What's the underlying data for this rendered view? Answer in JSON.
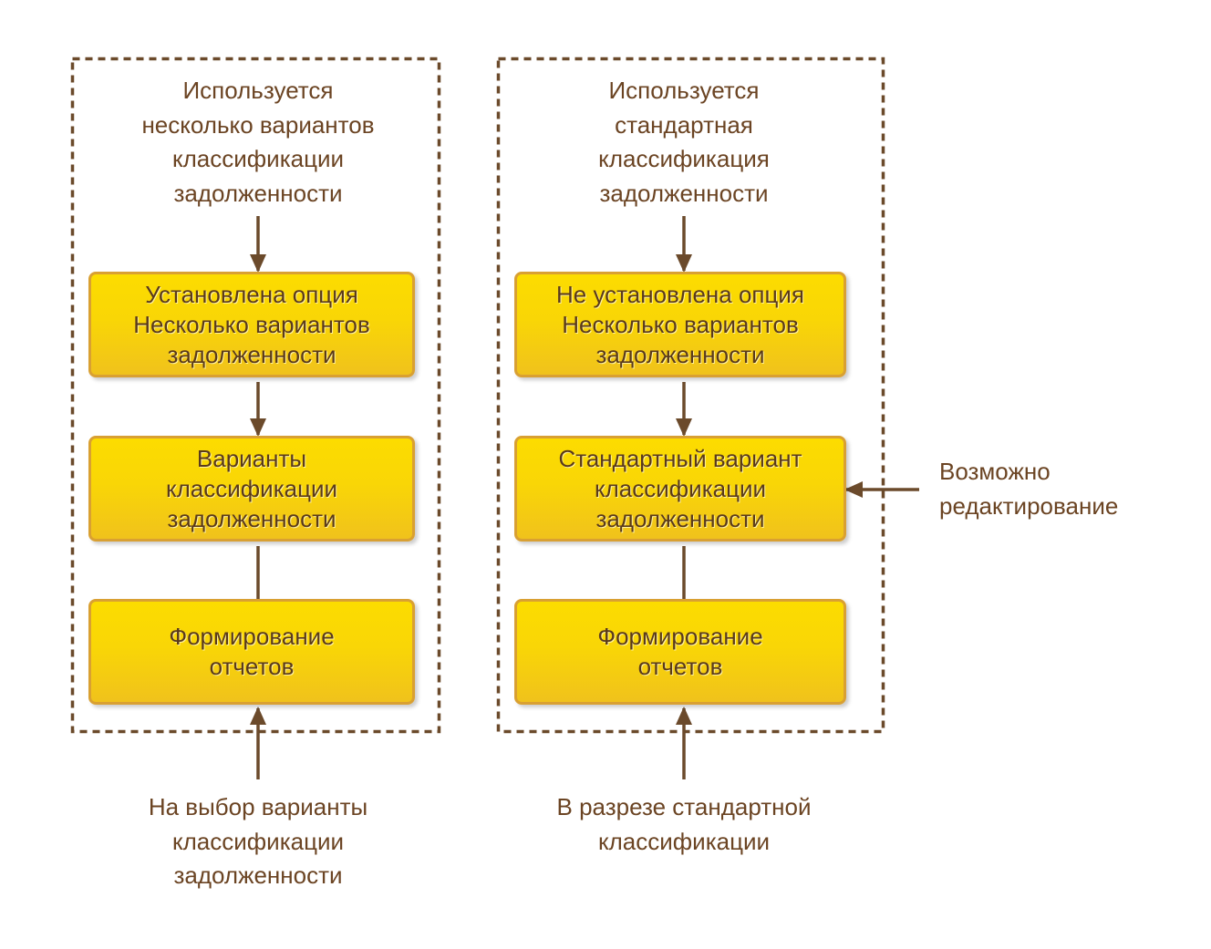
{
  "left": {
    "top_text": [
      "Используется",
      "несколько вариантов",
      "классификации",
      "задолженности"
    ],
    "boxes": [
      [
        "Установлена опция",
        "Несколько вариантов",
        "задолженности"
      ],
      [
        "Варианты",
        "классификации",
        "задолженности"
      ],
      [
        "Формирование",
        "отчетов"
      ]
    ],
    "bottom_text": [
      "На выбор варианты",
      "классификации",
      "задолженности"
    ]
  },
  "right": {
    "top_text": [
      "Используется",
      "стандартная",
      "классификация",
      "задолженности"
    ],
    "boxes": [
      [
        "Не установлена опция",
        "Несколько вариантов",
        "задолженности"
      ],
      [
        "Стандартный вариант",
        "классификации",
        "задолженности"
      ],
      [
        "Формирование",
        "отчетов"
      ]
    ],
    "bottom_text": [
      "В разрезе стандартной",
      "классификации"
    ]
  },
  "side_note": [
    "Возможно",
    "редактирование"
  ],
  "colors": {
    "line": "#6b4a2b",
    "box_border": "#d9a032",
    "box_fill": "#fcdc00"
  }
}
